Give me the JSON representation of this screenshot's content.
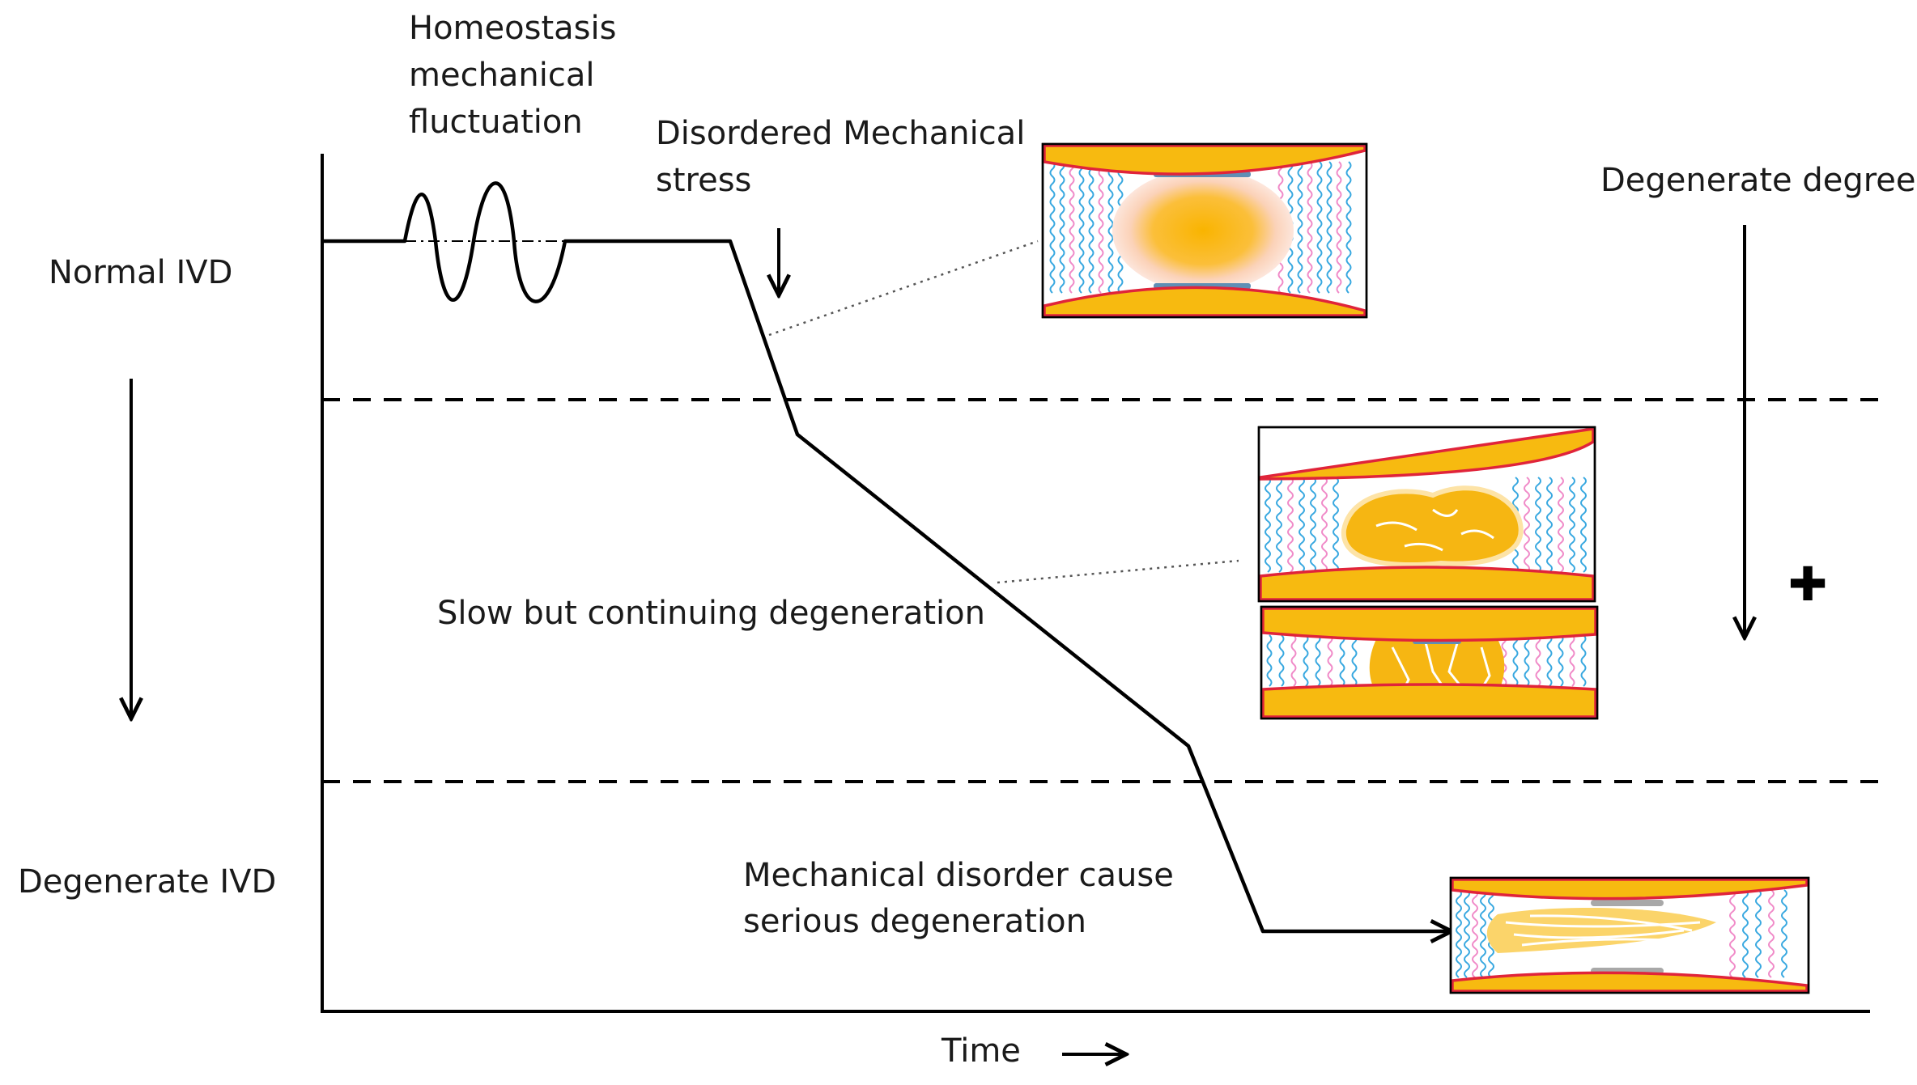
{
  "labels": {
    "normal_ivd": "Normal IVD",
    "degenerate_ivd": "Degenerate IVD",
    "homeostasis": [
      "Homeostasis",
      "mechanical",
      "fluctuation"
    ],
    "disordered_stress": [
      "Disordered Mechanical",
      "stress"
    ],
    "degenerate_degree": "Degenerate degree",
    "slow_degeneration": "Slow but continuing degeneration",
    "serious_degeneration": [
      "Mechanical disorder cause",
      "serious degeneration"
    ],
    "time": "Time",
    "plus_sign": "✚"
  },
  "icons": {
    "vertical_axis_arrow": "down-arrow-icon",
    "stress_arrow": "down-arrow-icon",
    "degree_arrow": "down-arrow-icon",
    "time_arrow": "right-arrow-icon",
    "plus": "plus-icon"
  },
  "colors": {
    "vertebra_fill": "#f7ba10",
    "vertebra_edge": "#e0243a",
    "annulus_blue": "#38a8e0",
    "annulus_pink": "#f08ac8",
    "nucleus": "#f7ba10",
    "endplate": "#5f8fb5"
  }
}
